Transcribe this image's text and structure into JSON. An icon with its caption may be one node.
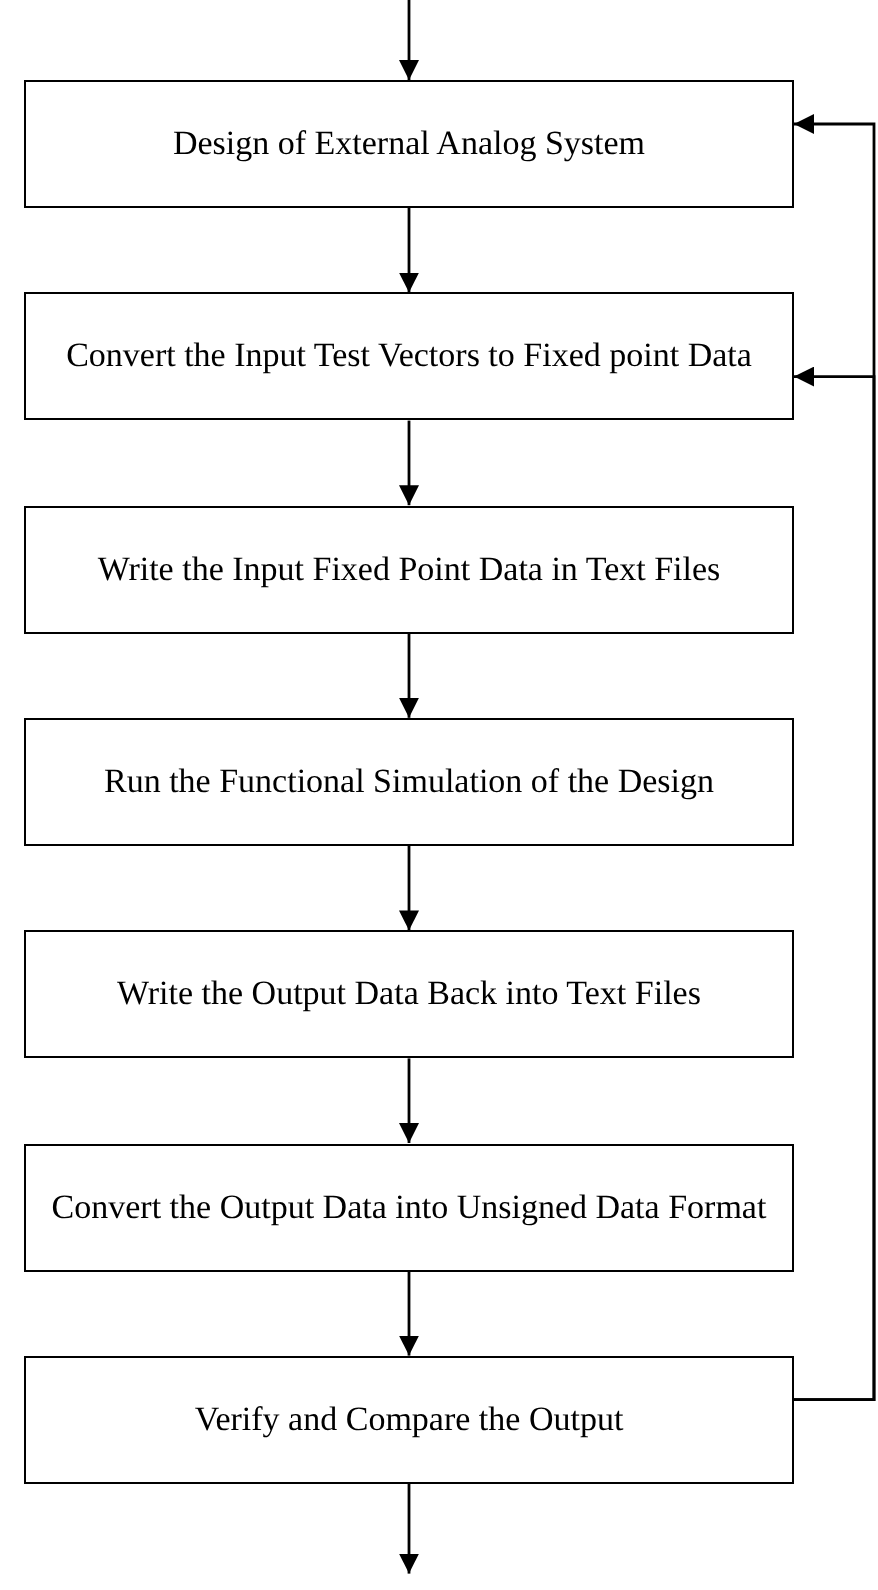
{
  "diagram": {
    "nodes": [
      {
        "text": [
          "Design of External Analog System"
        ]
      },
      {
        "text": [
          "Convert the Input Test Vectors to Fixed point Data"
        ]
      },
      {
        "text": [
          "Write the Input Fixed Point Data in Text Files"
        ]
      },
      {
        "text": [
          "Run the Functional Simulation of the Design"
        ]
      },
      {
        "text": [
          "Write the Output Data Back into Text Files"
        ]
      },
      {
        "text": [
          "Convert the Output Data into Unsigned Data Format"
        ]
      },
      {
        "text": [
          "Verify and Compare the Output"
        ]
      }
    ],
    "edges": [
      {
        "from": null,
        "to": 0,
        "arrow": "to"
      },
      {
        "from": 0,
        "to": 1,
        "arrow": "to"
      },
      {
        "from": 1,
        "to": 2,
        "arrow": "to"
      },
      {
        "from": 2,
        "to": 3,
        "arrow": "to"
      },
      {
        "from": 3,
        "to": 4,
        "arrow": "to"
      },
      {
        "from": 4,
        "to": 5,
        "arrow": "to"
      },
      {
        "from": 5,
        "to": 6,
        "arrow": "to"
      },
      {
        "from": 6,
        "to": null,
        "arrow": "to"
      },
      {
        "from": 6,
        "to": 0,
        "arrow": "to"
      },
      {
        "from": 6,
        "to": 1,
        "arrow": "to"
      }
    ]
  }
}
